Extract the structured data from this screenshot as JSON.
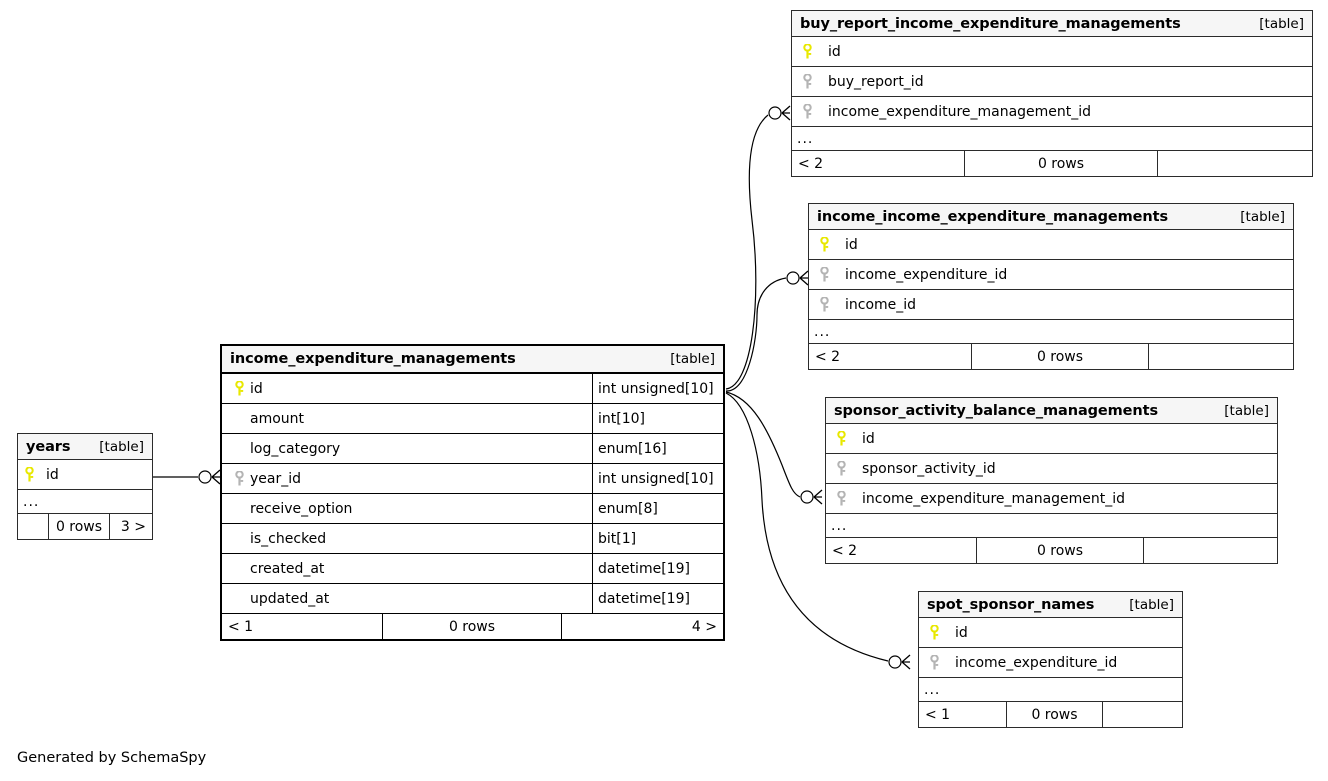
{
  "diagram": {
    "kind_label": "[table]",
    "ellipsis": "...",
    "credit": "Generated by SchemaSpy",
    "colors": {
      "primary_key": "#e8e800",
      "foreign_key": "#b4b4b4",
      "header_bg": "#f6f6f6",
      "border": "#2b2b2b",
      "background": "#ffffff"
    }
  },
  "tables": {
    "buy_report": {
      "name": "buy_report_income_expenditure_managements",
      "kind": "[table]",
      "columns": [
        {
          "name": "id",
          "key": "primary"
        },
        {
          "name": "buy_report_id",
          "key": "foreign"
        },
        {
          "name": "income_expenditure_management_id",
          "key": "foreign"
        }
      ],
      "more": "...",
      "footer": {
        "left": "< 2",
        "mid": "0 rows",
        "right": ""
      }
    },
    "income_income": {
      "name": "income_income_expenditure_managements",
      "kind": "[table]",
      "columns": [
        {
          "name": "id",
          "key": "primary"
        },
        {
          "name": "income_expenditure_id",
          "key": "foreign"
        },
        {
          "name": "income_id",
          "key": "foreign"
        }
      ],
      "more": "...",
      "footer": {
        "left": "< 2",
        "mid": "0 rows",
        "right": ""
      }
    },
    "sponsor_activity": {
      "name": "sponsor_activity_balance_managements",
      "kind": "[table]",
      "columns": [
        {
          "name": "id",
          "key": "primary"
        },
        {
          "name": "sponsor_activity_id",
          "key": "foreign"
        },
        {
          "name": "income_expenditure_management_id",
          "key": "foreign"
        }
      ],
      "more": "...",
      "footer": {
        "left": "< 2",
        "mid": "0 rows",
        "right": ""
      }
    },
    "spot_sponsor": {
      "name": "spot_sponsor_names",
      "kind": "[table]",
      "columns": [
        {
          "name": "id",
          "key": "primary"
        },
        {
          "name": "income_expenditure_id",
          "key": "foreign"
        }
      ],
      "more": "...",
      "footer": {
        "left": "< 1",
        "mid": "0 rows",
        "right": ""
      }
    },
    "main": {
      "name": "income_expenditure_managements",
      "kind": "[table]",
      "columns": [
        {
          "name": "id",
          "type": "int unsigned[10]",
          "key": "primary"
        },
        {
          "name": "amount",
          "type": "int[10]",
          "key": "none"
        },
        {
          "name": "log_category",
          "type": "enum[16]",
          "key": "none"
        },
        {
          "name": "year_id",
          "type": "int unsigned[10]",
          "key": "foreign"
        },
        {
          "name": "receive_option",
          "type": "enum[8]",
          "key": "none"
        },
        {
          "name": "is_checked",
          "type": "bit[1]",
          "key": "none"
        },
        {
          "name": "created_at",
          "type": "datetime[19]",
          "key": "none"
        },
        {
          "name": "updated_at",
          "type": "datetime[19]",
          "key": "none"
        }
      ],
      "footer": {
        "left": "< 1",
        "mid": "0 rows",
        "right": "4 >"
      }
    },
    "years": {
      "name": "years",
      "kind": "[table]",
      "columns": [
        {
          "name": "id",
          "key": "primary"
        }
      ],
      "more": "...",
      "footer": {
        "left": "",
        "mid": "0 rows",
        "right": "3 >"
      }
    }
  },
  "relationships": [
    {
      "from": "years.id",
      "to": "income_expenditure_managements.year_id"
    },
    {
      "from": "income_expenditure_managements.id",
      "to": "buy_report_income_expenditure_managements.income_expenditure_management_id"
    },
    {
      "from": "income_expenditure_managements.id",
      "to": "income_income_expenditure_managements.income_expenditure_id"
    },
    {
      "from": "income_expenditure_managements.id",
      "to": "sponsor_activity_balance_managements.income_expenditure_management_id"
    },
    {
      "from": "income_expenditure_managements.id",
      "to": "spot_sponsor_names.income_expenditure_id"
    }
  ]
}
